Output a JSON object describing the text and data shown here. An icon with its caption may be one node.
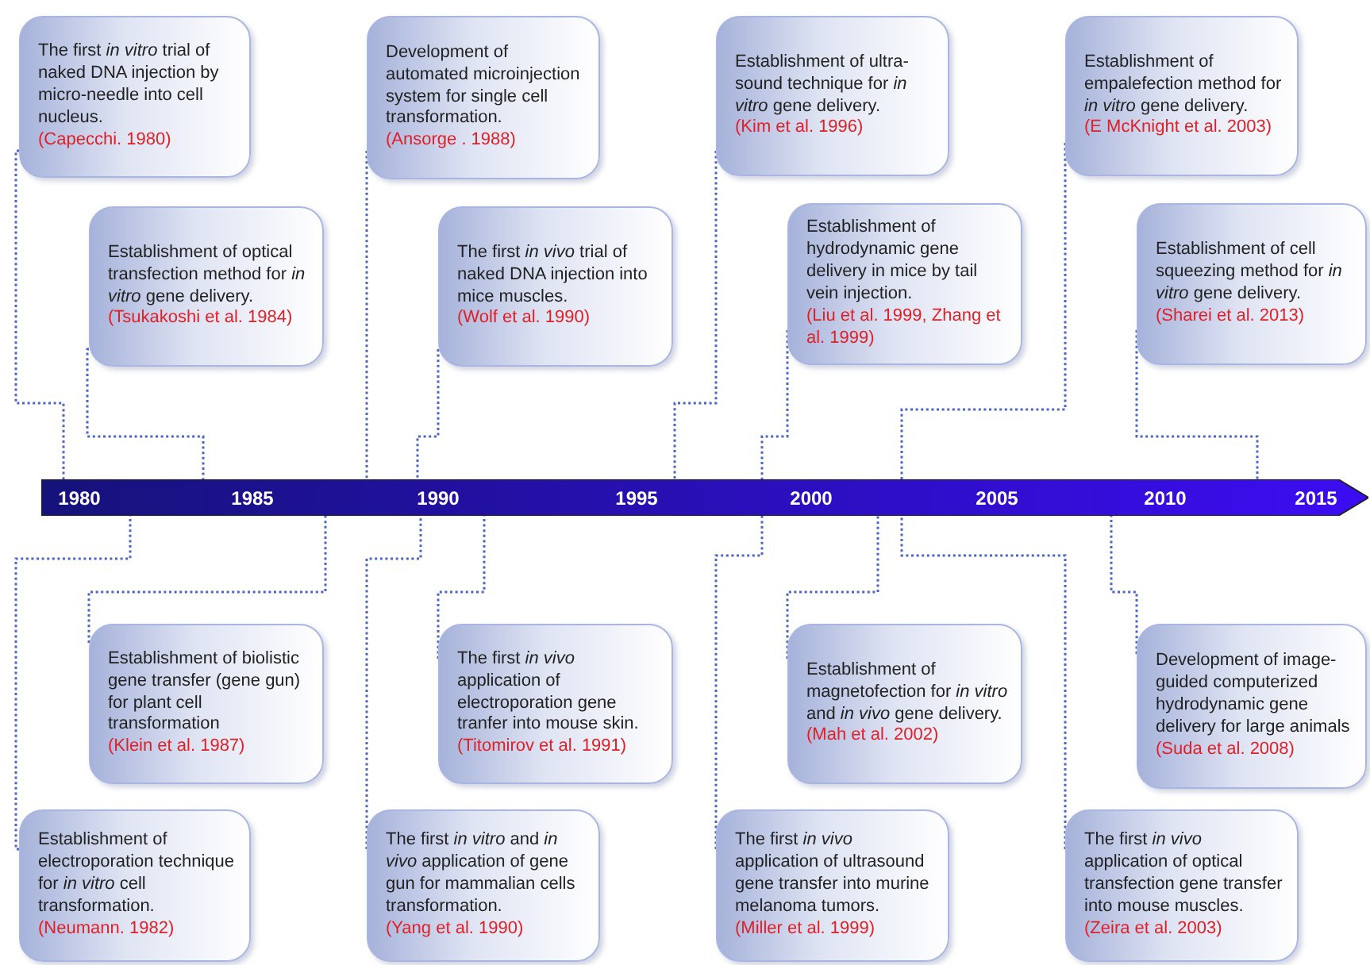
{
  "diagram": {
    "nodes": [
      {
        "text": [
          "The first *in vitro* trial of naked DNA injection by micro-needle into cell nucleus.",
          "(Capecchi. 1980)"
        ]
      },
      {
        "text": [
          "Establishment of optical transfection method for *in vitro* gene delivery.",
          "(Tsukakoshi  et al. 1984)"
        ]
      },
      {
        "text": [
          "Development of automated microinjection system for single cell transformation.",
          "(Ansorge . 1988)"
        ]
      },
      {
        "text": [
          "The first *in vivo* trial of naked DNA injection into mice muscles.",
          "(Wolf et al. 1990)"
        ]
      },
      {
        "text": [
          "Establishment of ultra-sound technique for *in vitro* gene delivery.",
          "(Kim et al. 1996)"
        ]
      },
      {
        "text": [
          "Establishment of hydrodynamic gene delivery in mice by tail vein injection.",
          "(Liu et al. 1999, Zhang et al. 1999)"
        ]
      },
      {
        "text": [
          "Establishment of empalefection method for *in vitro* gene delivery.",
          "(E McKnight et al. 2003)"
        ]
      },
      {
        "text": [
          "Establishment of cell squeezing method for *in vitro* gene delivery.",
          "(Sharei et al. 2013)"
        ]
      },
      {
        "text": [
          "1980",
          "1985",
          "1990",
          "1995",
          "2000",
          "2005",
          "2010",
          "2015"
        ]
      },
      {
        "text": [
          "Establishment of electroporation technique for *in vitro* cell transformation.",
          "(Neumann. 1982)"
        ]
      },
      {
        "text": [
          "Establishment of biolistic gene transfer (gene gun) for plant cell transformation",
          "(Klein et al. 1987)"
        ]
      },
      {
        "text": [
          "The first *in vitro* and *in vivo* application of gene gun for mammalian cells transformation.",
          "(Yang et al. 1990)"
        ]
      },
      {
        "text": [
          "The first *in vivo* application of electroporation gene tranfer into mouse skin.",
          "(Titomirov et al. 1991)"
        ]
      },
      {
        "text": [
          "The first *in vivo* application of ultrasound gene transfer into murine melanoma tumors.",
          "(Miller et al. 1999)"
        ]
      },
      {
        "text": [
          "Establishment of magnetofection for *in vitro* and *in vivo* gene delivery.",
          "(Mah et al. 2002)"
        ]
      },
      {
        "text": [
          "The first *in vivo* application of optical transfection gene transfer into mouse muscles.",
          "(Zeira et al. 2003)"
        ]
      },
      {
        "text": [
          "Development of image-guided computerized hydrodynamic gene delivery for large animals",
          "(Suda et al. 2008)"
        ]
      }
    ],
    "edges": [
      {
        "from": 0,
        "to": 8,
        "arrow": "none",
        "style": "dashed"
      },
      {
        "from": 1,
        "to": 8,
        "arrow": "none",
        "style": "dashed"
      },
      {
        "from": 2,
        "to": 8,
        "arrow": "none",
        "style": "dashed"
      },
      {
        "from": 3,
        "to": 8,
        "arrow": "none",
        "style": "dashed"
      },
      {
        "from": 4,
        "to": 8,
        "arrow": "none",
        "style": "dashed"
      },
      {
        "from": 5,
        "to": 8,
        "arrow": "none",
        "style": "dashed"
      },
      {
        "from": 6,
        "to": 8,
        "arrow": "none",
        "style": "dashed"
      },
      {
        "from": 7,
        "to": 8,
        "arrow": "none",
        "style": "dashed"
      },
      {
        "from": 9,
        "to": 8,
        "arrow": "none",
        "style": "dashed"
      },
      {
        "from": 10,
        "to": 8,
        "arrow": "none",
        "style": "dashed"
      },
      {
        "from": 11,
        "to": 8,
        "arrow": "none",
        "style": "dashed"
      },
      {
        "from": 12,
        "to": 8,
        "arrow": "none",
        "style": "dashed"
      },
      {
        "from": 13,
        "to": 8,
        "arrow": "none",
        "style": "dashed"
      },
      {
        "from": 14,
        "to": 8,
        "arrow": "none",
        "style": "dashed"
      },
      {
        "from": 15,
        "to": 8,
        "arrow": "none",
        "style": "dashed"
      },
      {
        "from": 16,
        "to": 8,
        "arrow": "none",
        "style": "dashed"
      }
    ]
  }
}
